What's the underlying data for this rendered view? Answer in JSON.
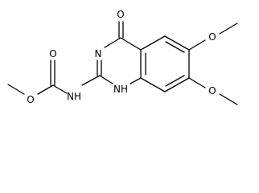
{
  "molecule": {
    "atoms": {
      "carbonyl_o": "O",
      "n3": "N",
      "n1h": "NH",
      "carbamate_nh": "NH",
      "carbamate_o": "O",
      "ester_o": "O",
      "methoxy_o6": "O",
      "methoxy_o7": "O"
    }
  },
  "colors": {
    "bond": "#000000",
    "label": "#000000",
    "background": "#ffffff"
  }
}
